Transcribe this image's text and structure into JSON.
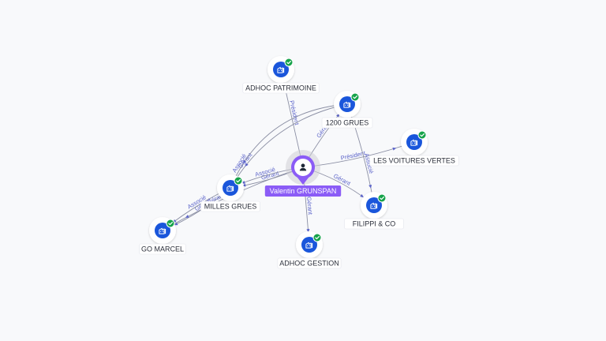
{
  "person": {
    "id": "vg",
    "name": "Valentin GRUNSPAN",
    "icon": "person-icon",
    "color": "#8b5cf6"
  },
  "companies": [
    {
      "id": "adhoc_patrimoine",
      "name": "ADHOC PATRIMOINE",
      "icon": "company-building-icon",
      "status": "check-badge-icon"
    },
    {
      "id": "g1200",
      "name": "1200 GRUES",
      "icon": "company-building-icon",
      "status": "check-badge-icon"
    },
    {
      "id": "voitures",
      "name": "LES VOITURES VERTES",
      "icon": "company-building-icon",
      "status": "check-badge-icon"
    },
    {
      "id": "filippi",
      "name": "FILIPPI & CO",
      "icon": "company-building-icon",
      "status": "check-badge-icon"
    },
    {
      "id": "adhoc_gestion",
      "name": "ADHOC GESTION",
      "icon": "company-building-icon",
      "status": "check-badge-icon"
    },
    {
      "id": "milles",
      "name": "MILLES GRUES",
      "icon": "company-building-icon",
      "status": "check-badge-icon"
    },
    {
      "id": "gomarcel",
      "name": "GO MARCEL",
      "icon": "company-building-icon",
      "status": "check-badge-icon"
    }
  ],
  "edges": [
    {
      "from": "vg",
      "to": "adhoc_patrimoine",
      "label": "Président"
    },
    {
      "from": "vg",
      "to": "g1200",
      "label": "Gérant"
    },
    {
      "from": "vg",
      "to": "voitures",
      "label": "Président"
    },
    {
      "from": "vg",
      "to": "filippi",
      "label": "Gérant"
    },
    {
      "from": "vg",
      "to": "adhoc_gestion",
      "label": "Gérant"
    },
    {
      "from": "vg",
      "to": "milles",
      "label": "Gérant"
    },
    {
      "from": "vg",
      "to": "milles",
      "label": "Associé"
    },
    {
      "from": "g1200",
      "to": "filippi",
      "label": "Associé"
    },
    {
      "from": "g1200",
      "to": "milles",
      "label": "Gérant"
    },
    {
      "from": "g1200",
      "to": "milles",
      "label": "Associé"
    },
    {
      "from": "milles",
      "to": "gomarcel",
      "label": "Gérant"
    },
    {
      "from": "milles",
      "to": "gomarcel",
      "label": "Associé"
    },
    {
      "from": "vg",
      "to": "gomarcel",
      "label": "Gérant"
    }
  ],
  "colors": {
    "company": "#1a56db",
    "badge": "#16a34a",
    "edge": "#8a8ea3",
    "edge_label": "#5b63c9"
  }
}
